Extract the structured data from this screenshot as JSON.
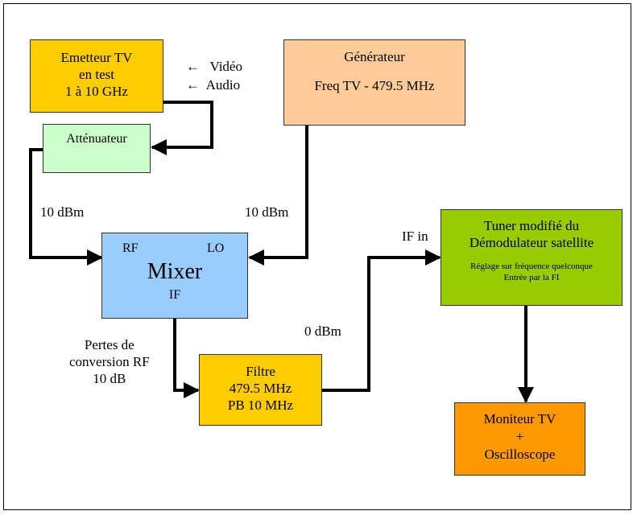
{
  "blocks": {
    "emetteur": {
      "lines": [
        "Emetteur TV",
        "en test",
        "1 à 10 GHz"
      ],
      "color": "#FFCC00"
    },
    "attenuateur": {
      "label": "Atténuateur",
      "color": "#CCFFCC"
    },
    "generateur": {
      "title": "Générateur",
      "freq": "Freq  TV - 479.5  MHz",
      "color": "#FFCC99"
    },
    "mixer": {
      "rf": "RF",
      "lo": "LO",
      "title": "Mixer",
      "if": "IF",
      "color": "#99CCFF"
    },
    "filtre": {
      "lines": [
        "Filtre",
        "479.5 MHz",
        "PB 10 MHz"
      ],
      "color": "#FFCC00"
    },
    "tuner": {
      "lines": [
        "Tuner modifié  du",
        "Démodulateur satellite"
      ],
      "small": [
        "Réglage sur fréquence quelconque",
        "Entrée par la FI"
      ],
      "color": "#99CC00"
    },
    "moniteur": {
      "lines": [
        "Moniteur TV",
        "+",
        "Oscilloscope"
      ],
      "color": "#FF9900"
    }
  },
  "inputs": {
    "video": "Vidéo",
    "audio": "Audio",
    "arrow": "←"
  },
  "labels": {
    "rf_level": "10 dBm",
    "lo_level": "10 dBm",
    "if_in": "IF in",
    "if_level": "0 dBm",
    "pertes": [
      "Pertes de",
      "conversion RF",
      "10 dB"
    ]
  }
}
